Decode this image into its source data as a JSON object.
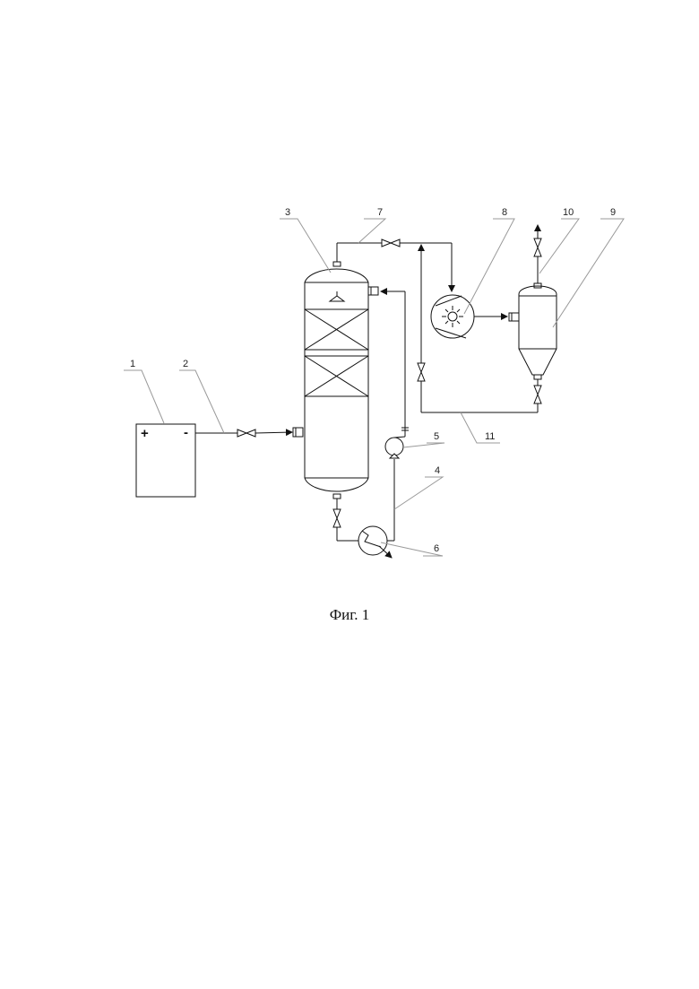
{
  "caption": "Фиг. 1",
  "labels": {
    "n1": "1",
    "n2": "2",
    "n3": "3",
    "n4": "4",
    "n5": "5",
    "n6": "6",
    "n7": "7",
    "n8": "8",
    "n9": "9",
    "n10": "10",
    "n11": "11"
  },
  "source_signs": {
    "plus": "+",
    "minus": "-"
  },
  "colors": {
    "line": "#111111",
    "leader": "#9a9a9a"
  }
}
